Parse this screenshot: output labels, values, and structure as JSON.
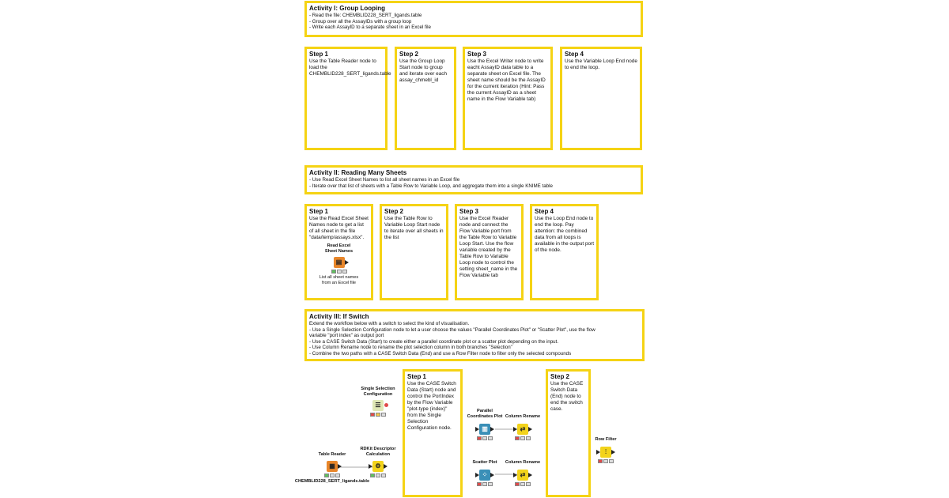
{
  "activity1": {
    "title": "Activity I: Group Looping",
    "lines": [
      "- Read the file: CHEMBLID228_SERT_ligands.table",
      "- Group over all the AssayIDs with a group loop",
      "- Write each AssayID to a separate sheet in an Excel file"
    ],
    "steps": [
      {
        "title": "Step 1",
        "text": "Use the  Table Reader  node to load the CHEMBLID228_SERT_ligands.table"
      },
      {
        "title": "Step 2",
        "text": "Use the  Group Loop Start  node to group and iterate over each assay_chmebl_id"
      },
      {
        "title": "Step 3",
        "text": "Use the  Excel Writer  node to write eacht AssayID data table to a separate sheet on Excel file. The sheet name should be the AssayID for the current iteration (Hint: Pass the current AssayID as a sheet name in the Flow Variable tab)"
      },
      {
        "title": "Step 4",
        "text": "Use the  Variable Loop End  node to end the loop."
      }
    ]
  },
  "activity2": {
    "title": "Activity II: Reading Many Sheets",
    "lines": [
      " - Use Read Excel Sheet Names to list all sheet names in an Excel file",
      " - Iterate over that list of sheets with a Table Row to Variable Loop, and aggregate them into a single KNIME table"
    ],
    "steps": [
      {
        "title": "Step 1",
        "text": "Use the  Read Excel Sheet Names  node to get a list of all sheet in the file \"data/temp/assays.xlsx\"."
      },
      {
        "title": "Step 2",
        "text": "Use the  Table Row to Variable Loop Start  node to iterate over all sheets in the list"
      },
      {
        "title": "Step 3",
        "text": "Use the  Excel Reader node and connect the Flow Variable port from the Table Row to Variable Loop Start. Use the flow variable created by the Table Row to Variable Loop node to control the setting sheet_name in the Flow Variable tab"
      },
      {
        "title": "Step 4",
        "text": "Use the  Loop End  node to end the loop. Pay attention: the combined data from all loops is available in the output port of the node."
      }
    ],
    "node": {
      "label_line1": "Read Excel",
      "label_line2": "Sheet Names",
      "caption_line1": "List all sheet names",
      "caption_line2": "from an Excel file"
    }
  },
  "activity3": {
    "title": "Activity III: If Switch",
    "lines": [
      " Extend the workflow below with a switch to select the kind of visualisation.",
      " - Use a Single Selection Configuration node to let a user choose the values \"Parallel Coordinates Plot\" or \"Scatter Plot\", use the flow",
      " variable \"port index\" as output port",
      " - Use a CASE Switch Data (Start) to create either a parallel coordinate plot or a scatter plot depending on the input.",
      " - Use Column Rename node to rename the plot selection column in both branches \"Selection\"",
      " - Combine the two paths with a CASE Switch Data (End) and use a Row Filter node to filter only the selected compounds"
    ],
    "steps": [
      {
        "title": "Step 1",
        "text": "Use the  CASE Switch Data (Start)  node and control the PortIndex by the Flow Variable \"plot-type (index)\" from the Single Selection Configuration node."
      },
      {
        "title": "Step 2",
        "text": "Use the  CASE Switch Data (End)  node to end the switch case."
      }
    ],
    "nodes": {
      "single_selection": {
        "line1": "Single Selection",
        "line2": "Configuration"
      },
      "table_reader": {
        "label": "Table Reader",
        "caption": "CHEMBLID228_SERT_ligands.table"
      },
      "rdkit": {
        "line1": "RDKit Descriptor",
        "line2": "Calculation"
      },
      "parallel": {
        "line1": "Parallel",
        "line2": "Coordinates Plot"
      },
      "column_rename_1": {
        "label": "Column Rename"
      },
      "scatter": {
        "label": "Scatter Plot"
      },
      "column_rename_2": {
        "label": "Column Rename"
      },
      "row_filter": {
        "label": "Row Filter"
      }
    }
  },
  "colors": {
    "border": "#f5d314",
    "reader": "#e8862a",
    "manip": "#f2d31b",
    "viz": "#3a8fb7",
    "config": "#dfe7b5"
  }
}
